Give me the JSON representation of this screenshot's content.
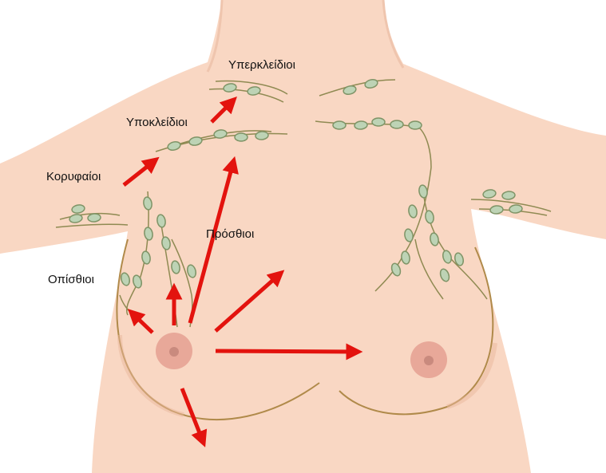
{
  "labels": {
    "supraclavicular": "Υπερκλείδιοι",
    "infraclavicular": "Υποκλείδιοι",
    "apical": "Κορυφαίοι",
    "anterior": "Πρόσθιοι",
    "posterior": "Οπίσθιοι"
  },
  "colors": {
    "skin": "#f9d7c3",
    "skin_shadow": "#e9b79c",
    "node_fill": "#bdd3b5",
    "node_stroke": "#7f9467",
    "vessel": "#8f8a52",
    "arrow": "#e3130e",
    "areola": "#e8a899",
    "nipple": "#c98a7e"
  }
}
